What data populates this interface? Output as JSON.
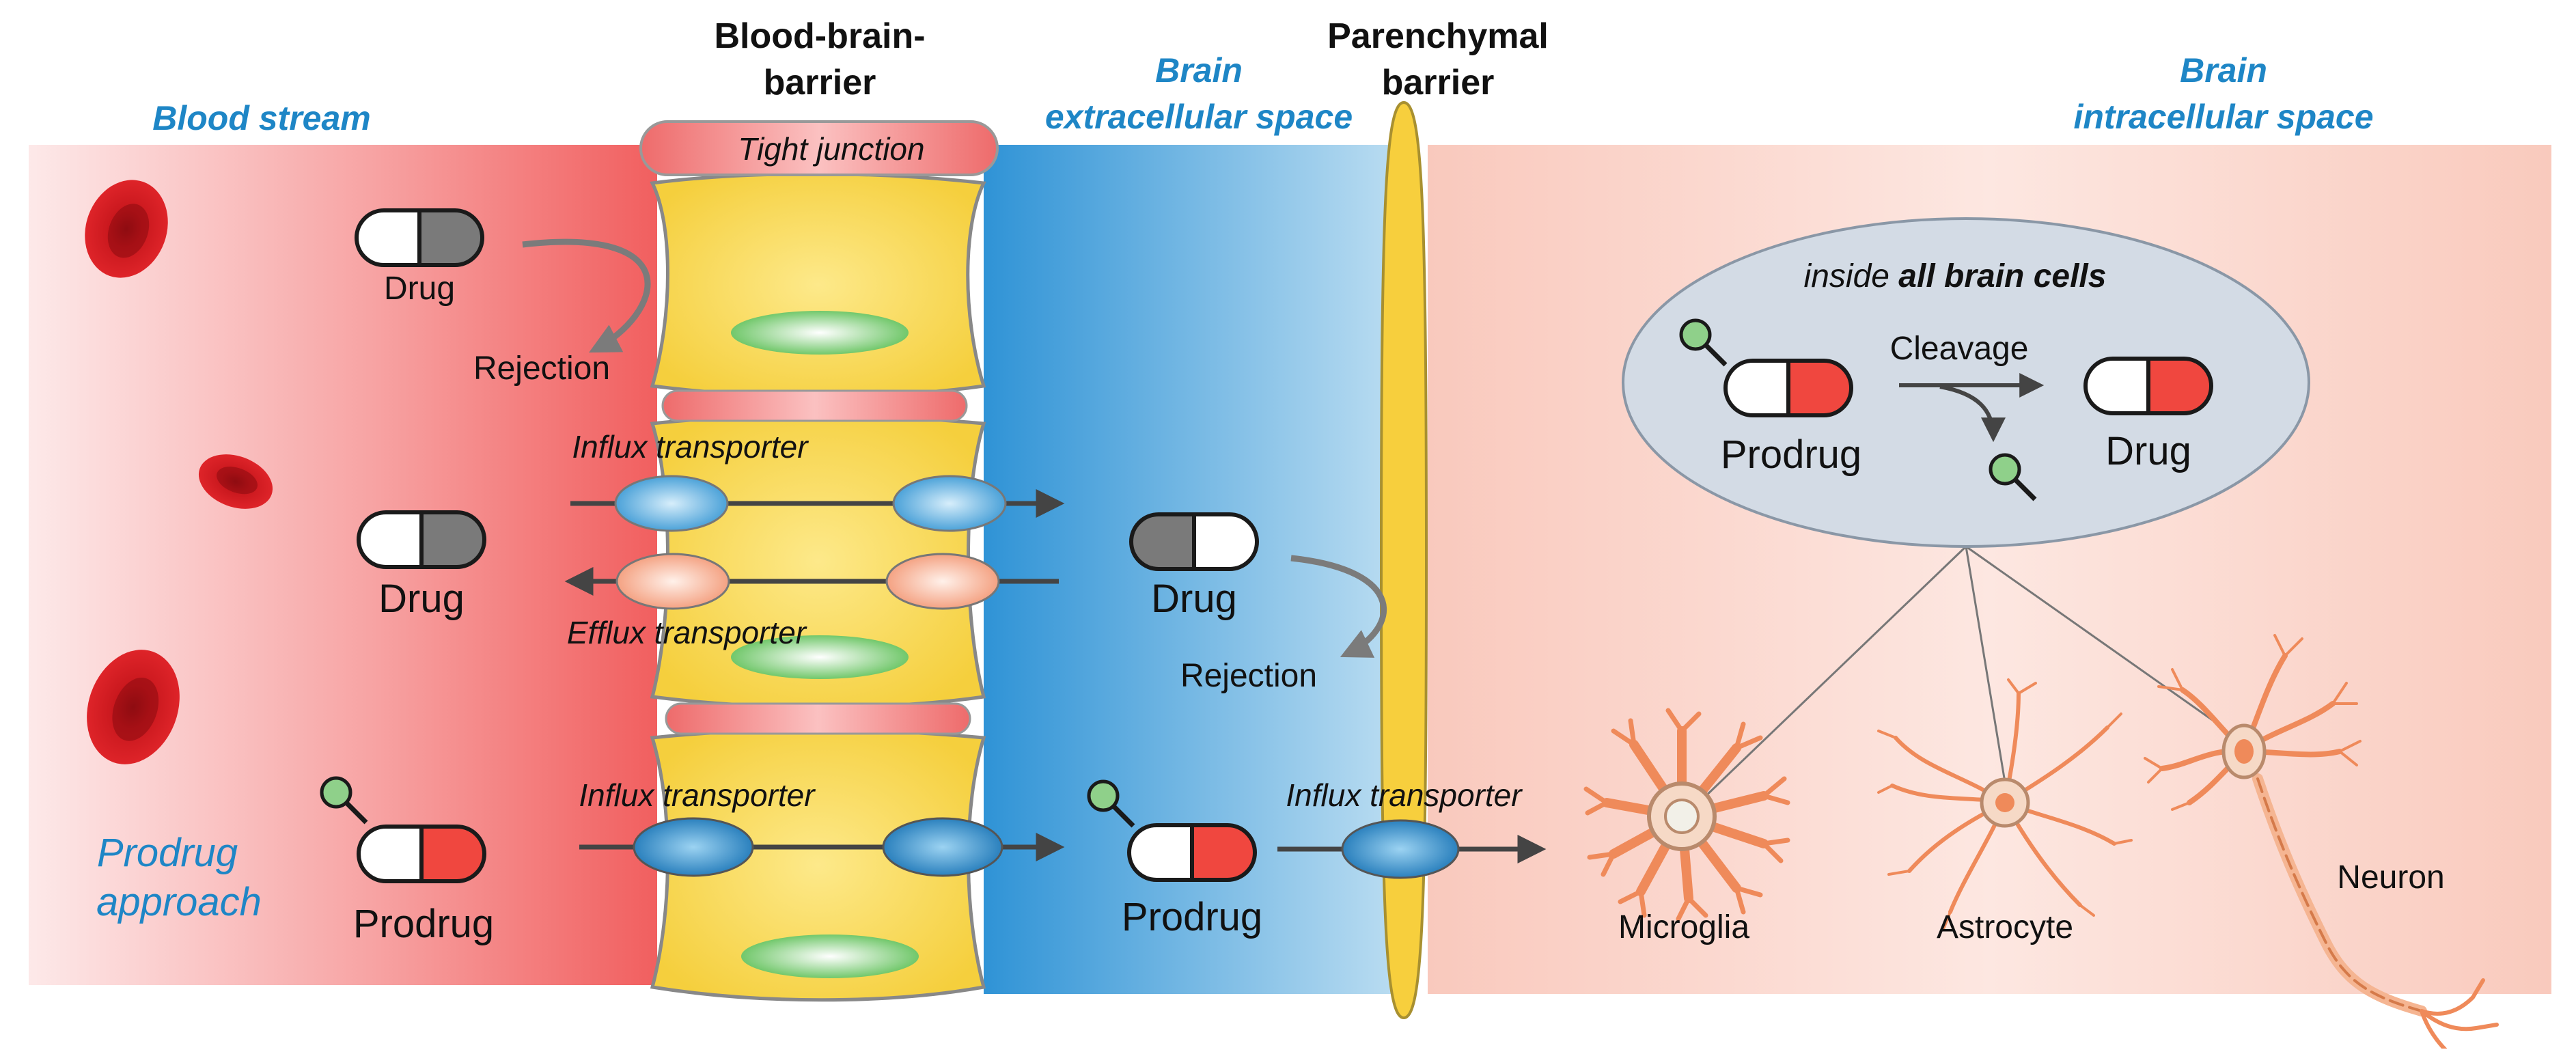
{
  "headers": {
    "blood_stream": "Blood stream",
    "bbb_line1": "Blood-brain-",
    "bbb_line2": "barrier",
    "brain_ecs_line1": "Brain",
    "brain_ecs_line2": "extracellular space",
    "parenchymal_line1": "Parenchymal",
    "parenchymal_line2": "barrier",
    "brain_ics_line1": "Brain",
    "brain_ics_line2": "intracellular space"
  },
  "labels": {
    "tight_junction": "Tight junction",
    "drug_top": "Drug",
    "rejection_top": "Rejection",
    "influx_transporter_1": "Influx transporter",
    "efflux_transporter": "Efflux transporter",
    "drug_mid_left": "Drug",
    "drug_mid_right": "Drug",
    "rejection_mid": "Rejection",
    "influx_transporter_2": "Influx transporter",
    "influx_transporter_3": "Influx transporter",
    "prodrug_approach_line1": "Prodrug",
    "prodrug_approach_line2": "approach",
    "prodrug_left": "Prodrug",
    "prodrug_mid": "Prodrug"
  },
  "inset": {
    "title_prefix": "inside ",
    "title_bold": "all brain cells",
    "cleavage": "Cleavage",
    "prodrug": "Prodrug",
    "drug": "Drug"
  },
  "cells": {
    "microglia": "Microglia",
    "astrocyte": "Astrocyte",
    "neuron": "Neuron"
  },
  "colors": {
    "blood_red": "#f26d6d",
    "barrier_yellow": "#f7d54a",
    "ecs_blue": "#3a9ad8",
    "ics_pink": "#fbd8cf",
    "header_blue": "#1e86c6",
    "drug_red": "#f0473f",
    "drug_gray": "#7a7a7a",
    "promoiety_green": "#8fd08a",
    "transporter_blue": "#5aaedf",
    "efflux_orange": "#f5a988",
    "nucleus_green": "#7fcf7a",
    "inset_gray": "#d3dbe5",
    "cell_orange": "#ef8a5a"
  },
  "icons": [
    "red-blood-cell-icon",
    "capsule-icon",
    "promoiety-icon",
    "arrow-icon",
    "microglia-icon",
    "astrocyte-icon",
    "neuron-icon"
  ]
}
